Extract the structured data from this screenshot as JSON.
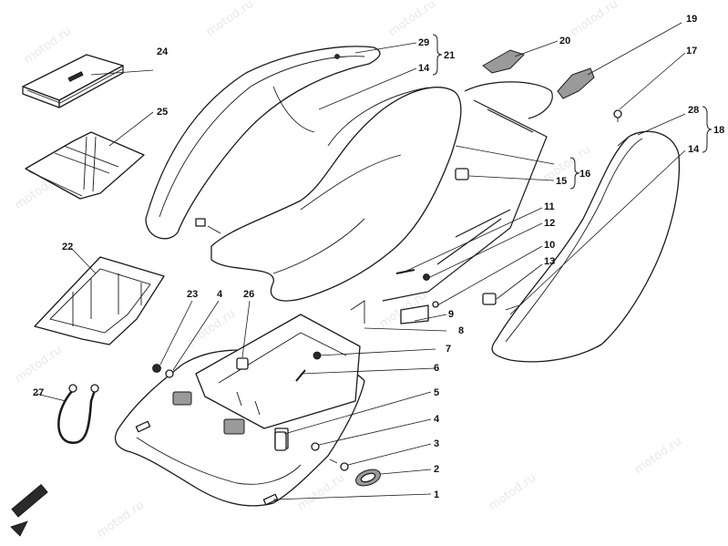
{
  "diagram": {
    "watermark": "motod.ru",
    "direction_marker": "ANTERIOR",
    "callouts": {
      "n1": "1",
      "n2": "2",
      "n3": "3",
      "n4a": "4",
      "n4b": "4",
      "n5": "5",
      "n6": "6",
      "n7": "7",
      "n8": "8",
      "n9": "9",
      "n10": "10",
      "n11": "11",
      "n12": "12",
      "n13": "13",
      "n14a": "14",
      "n14b": "14",
      "n15": "15",
      "n16": "16",
      "n17": "17",
      "n18": "18",
      "n19": "19",
      "n20": "20",
      "n21": "21",
      "n22": "22",
      "n23": "23",
      "n24": "24",
      "n25": "25",
      "n26": "26",
      "n27": "27",
      "n28": "28",
      "n29": "29"
    }
  }
}
